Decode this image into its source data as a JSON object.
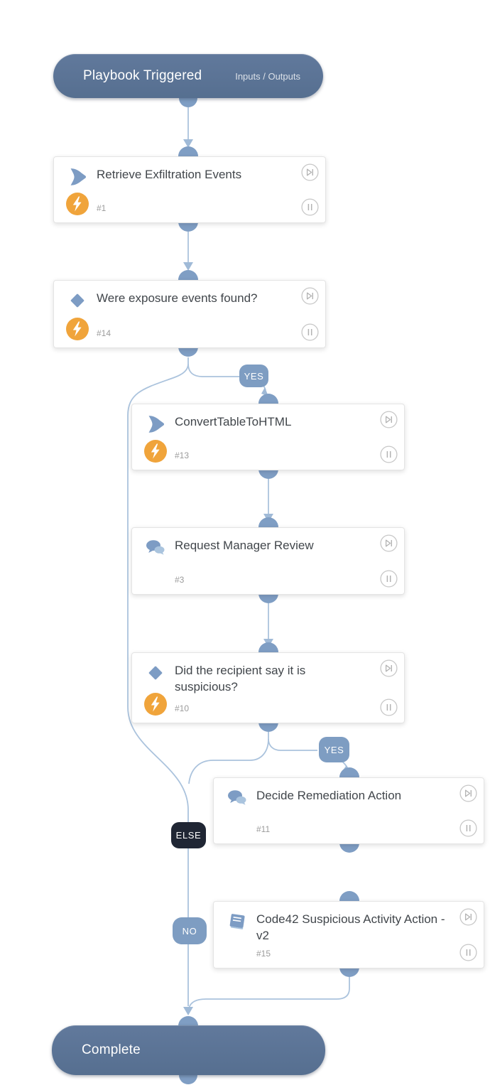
{
  "diagram": {
    "type": "playbook-workflow",
    "start": {
      "title": "Playbook Triggered",
      "link_label": "Inputs / Outputs"
    },
    "end": {
      "title": "Complete"
    },
    "nodes": [
      {
        "title": "Retrieve Exfiltration Events",
        "id": "#1",
        "type": "automation",
        "type_icon": "script-chevron-icon",
        "quick_action": true
      },
      {
        "title": "Were exposure events found?",
        "id": "#14",
        "type": "condition",
        "type_icon": "condition-diamond-icon",
        "quick_action": true
      },
      {
        "title": "ConvertTableToHTML",
        "id": "#13",
        "type": "automation",
        "type_icon": "script-chevron-icon",
        "quick_action": true
      },
      {
        "title": "Request Manager Review",
        "id": "#3",
        "type": "communication",
        "type_icon": "chat-bubbles-icon",
        "quick_action": false
      },
      {
        "title": "Did the recipient say it is suspicious?",
        "id": "#10",
        "type": "condition",
        "type_icon": "condition-diamond-icon",
        "quick_action": true
      },
      {
        "title": "Decide Remediation Action",
        "id": "#11",
        "type": "communication",
        "type_icon": "chat-bubbles-icon",
        "quick_action": false
      },
      {
        "title": "Code42 Suspicious Activity Action - v2",
        "id": "#15",
        "type": "sub-playbook",
        "type_icon": "playbook-book-icon",
        "quick_action": false
      }
    ],
    "edge_labels": [
      {
        "text": "YES",
        "from": "#14"
      },
      {
        "text": "YES",
        "from": "#10"
      },
      {
        "text": "ELSE",
        "from": "#14"
      },
      {
        "text": "NO",
        "from": "#10"
      }
    ],
    "node_controls": {
      "skip_label": "skip-forward",
      "pause_label": "pause"
    },
    "icons": {
      "script-chevron-icon": "solid steel-blue chevron",
      "condition-diamond-icon": "solid steel-blue diamond",
      "chat-bubbles-icon": "two overlapping speech bubbles",
      "playbook-book-icon": "tilted book with pages",
      "quick-action-icon": "white lightning bolt in orange circle",
      "skip-forward-icon": "outlined circle with play-to-bar glyph",
      "pause-icon": "outlined circle with two bars"
    },
    "colors": {
      "terminal_pill": "#5c7596",
      "connector_line": "#abc3dd",
      "connector_bump": "#7f9ec4",
      "edge_label_bg": "#7e9dc2",
      "else_label_bg": "#202634",
      "quick_action_orange": "#f0a43b",
      "icon_blue": "#7d9cc4",
      "node_title_text": "#41464b",
      "node_id_text": "#9b9b9b",
      "node_background": "#ffffff"
    }
  }
}
